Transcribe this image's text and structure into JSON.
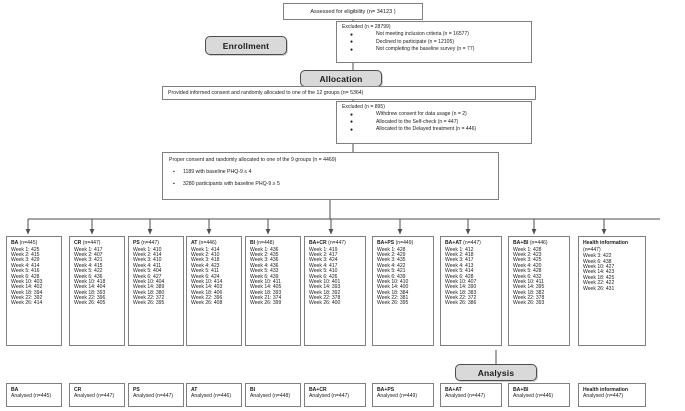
{
  "diagram": {
    "title": "CONSORT participant flow diagram",
    "stages": {
      "enrollment": "Enrollment",
      "allocation": "Allocation",
      "analysis": "Analysis"
    },
    "assessed": "Assessed for eligibility (n= 34123 )",
    "exclusion_1": {
      "header": "Excluded (n = 28799)",
      "items": [
        "Not meeting inclusion criteria (n = 16577)",
        "Declined to participate (n = 12105)",
        "Not completing the baseline survey (n = 77)"
      ]
    },
    "consent": "Provided informed consent and randomly allocated to one of the 12 groups (n= 5364)",
    "exclusion_2": {
      "header": "Excluded (n = 895)",
      "items": [
        "Withdrew consent for data usage (n = 2)",
        "Allocated to the Self-check (n = 447)",
        "Allocated to the Delayed treatment  (n = 446)"
      ]
    },
    "proper": {
      "header": "Proper consent and randomly allocated to one of the 9 groups (n = 4469)",
      "items": [
        "1189 with baseline PHQ-9 ≤ 4",
        "3280 participants with baseline PHQ-9 ≥ 5"
      ]
    },
    "groups": [
      {
        "name": "BA",
        "n": "(n=445)",
        "weeks": [
          "Week 1: 425",
          "Week 2: 415",
          "Week 3: 429",
          "Week 4: 414",
          "Week 5: 416",
          "Week 6: 428",
          "Week 10: 403",
          "Week 14: 402",
          "Week 18: 394",
          "Week 22: 392",
          "Week 26: 414"
        ]
      },
      {
        "name": "CR",
        "n": "(n=447)",
        "weeks": [
          "Week 1: 417",
          "Week 2: 407",
          "Week 3: 421",
          "Week 4: 415",
          "Week 5: 422",
          "Week 6: 436",
          "Week 10: 418",
          "Week 14: 404",
          "Week 18: 393",
          "Week 22: 396",
          "Week 26: 405"
        ]
      },
      {
        "name": "PS",
        "n": "(n=447)",
        "weeks": [
          "Week 1: 410",
          "Week 2: 414",
          "Week 3: 410",
          "Week 4: 411",
          "Week 5: 404",
          "Week 6: 427",
          "Week 10: 404",
          "Week 14: 389",
          "Week 18: 380",
          "Week 22: 372",
          "Week 26: 395"
        ]
      },
      {
        "name": "AT",
        "n": "(n=446)",
        "weeks": [
          "Week 1: 414",
          "Week 2: 410",
          "Week 3: 418",
          "Week 4: 423",
          "Week 5: 411",
          "Week 6: 424",
          "Week 10: 414",
          "Week 14: 403",
          "Week 18: 406",
          "Week 22: 396",
          "Week 26: 408"
        ]
      },
      {
        "name": "BI",
        "n": "(n=448)",
        "weeks": [
          "Week 1: 436",
          "Week 2: 435",
          "Week 3: 436",
          "Week 4: 436",
          "Week 5: 433",
          "Week 6: 439",
          "Week 10: 411",
          "Week 14: 405",
          "Week 18: 393",
          "Week 21: 374",
          "Week 26: 399"
        ]
      },
      {
        "name": "BA+CR",
        "n": "(n=447)",
        "weeks": [
          "Week 1: 419",
          "Week 2: 417",
          "Week 3: 424",
          "Week 4: 417",
          "Week 5: 410",
          "Week 6: 426",
          "Week 10: 401",
          "Week 14: 393",
          "Week 18: 392",
          "Week 22: 378",
          "Week 26: 400"
        ]
      },
      {
        "name": "BA+PS",
        "n": "(n=449)",
        "weeks": [
          "Week 1: 428",
          "Week 2: 429",
          "Week 3: 435",
          "Week 4: 422",
          "Week 5: 421",
          "Week 6: 439",
          "Week 10: 410",
          "Week 14: 400",
          "Week 18: 384",
          "Week 22: 381",
          "Week 26: 395"
        ]
      },
      {
        "name": "BA+AT",
        "n": "(n=447)",
        "weeks": [
          "Week 1: 412",
          "Week 2: 418",
          "Week 3: 417",
          "Week 4: 413",
          "Week 5: 414",
          "Week 6: 428",
          "Week 10: 407",
          "Week 14: 390",
          "Week 18: 383",
          "Week 22: 372",
          "Week 26: 386"
        ]
      },
      {
        "name": "BA+BI",
        "n": "(n=446)",
        "weeks": [
          "Week 1: 428",
          "Week 2: 423",
          "Week 3: 425",
          "Week 4: 420",
          "Week 5: 428",
          "Week 6: 432",
          "Week 10: 411",
          "Week 14: 395",
          "Week 18: 382",
          "Week 22: 378",
          "Week 26: 393"
        ]
      },
      {
        "name": "Health information",
        "n": "(n=447)",
        "weeks": [
          "Week 3: 422",
          "Week 6: 438",
          "Week 10: 427",
          "Week 14: 423",
          "Week 18: 425",
          "Week 22: 422",
          "Week 26: 431"
        ]
      }
    ],
    "analysis_row": [
      {
        "name": "BA",
        "value": "Analysed (n=445)"
      },
      {
        "name": "CR",
        "value": "Analysed (n=447)"
      },
      {
        "name": "PS",
        "value": "Analysed (n=447)"
      },
      {
        "name": "AT",
        "value": "Analysed (n=446)"
      },
      {
        "name": "BI",
        "value": "Analysed (n=448)"
      },
      {
        "name": "BA+CR",
        "value": "Analysed (n=447)"
      },
      {
        "name": "BA+PS",
        "value": "Analysed (n=449)"
      },
      {
        "name": "BA+AT",
        "value": "Analysed (n=447)"
      },
      {
        "name": "BA+BI",
        "value": "Analysed (n=446)"
      },
      {
        "name": "Health information",
        "value": "Analysed (n=447)"
      }
    ],
    "colors": {
      "stage_fill": "#d9d9d9",
      "border": "#808080",
      "line": "#4d4d4d"
    }
  }
}
